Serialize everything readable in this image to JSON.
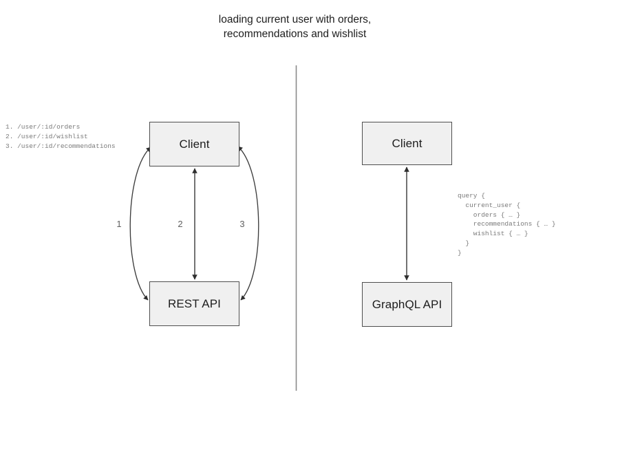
{
  "title": {
    "text": "loading current user with orders,\nrecommendations and wishlist"
  },
  "divider": {
    "name": "vertical-divider",
    "color": "#888888"
  },
  "left_panel": {
    "name": "rest-api-approach",
    "client_box": {
      "label": "Client"
    },
    "api_box": {
      "label": "REST API"
    },
    "endpoint_list": "1. /user/:id/orders\n2. /user/:id/wishlist\n3. /user/:id/recommendations",
    "edges": [
      {
        "number": "1",
        "style": "curved-left",
        "bidirectional": true
      },
      {
        "number": "2",
        "style": "straight",
        "bidirectional": true
      },
      {
        "number": "3",
        "style": "curved-right",
        "bidirectional": true
      }
    ]
  },
  "right_panel": {
    "name": "graphql-approach",
    "client_box": {
      "label": "Client"
    },
    "api_box": {
      "label": "GraphQL API"
    },
    "query_text": "query {\n  current_user {\n    orders { … }\n    recommendations { … }\n    wishlist { … }\n  }\n}",
    "edges": [
      {
        "style": "straight",
        "bidirectional": true
      }
    ]
  },
  "colors": {
    "box_fill": "#f0f0f0",
    "box_border": "#4d4d4d",
    "stroke": "#3c3c3c",
    "code_text": "#7a7a7a",
    "title_text": "#1d1d1d"
  }
}
